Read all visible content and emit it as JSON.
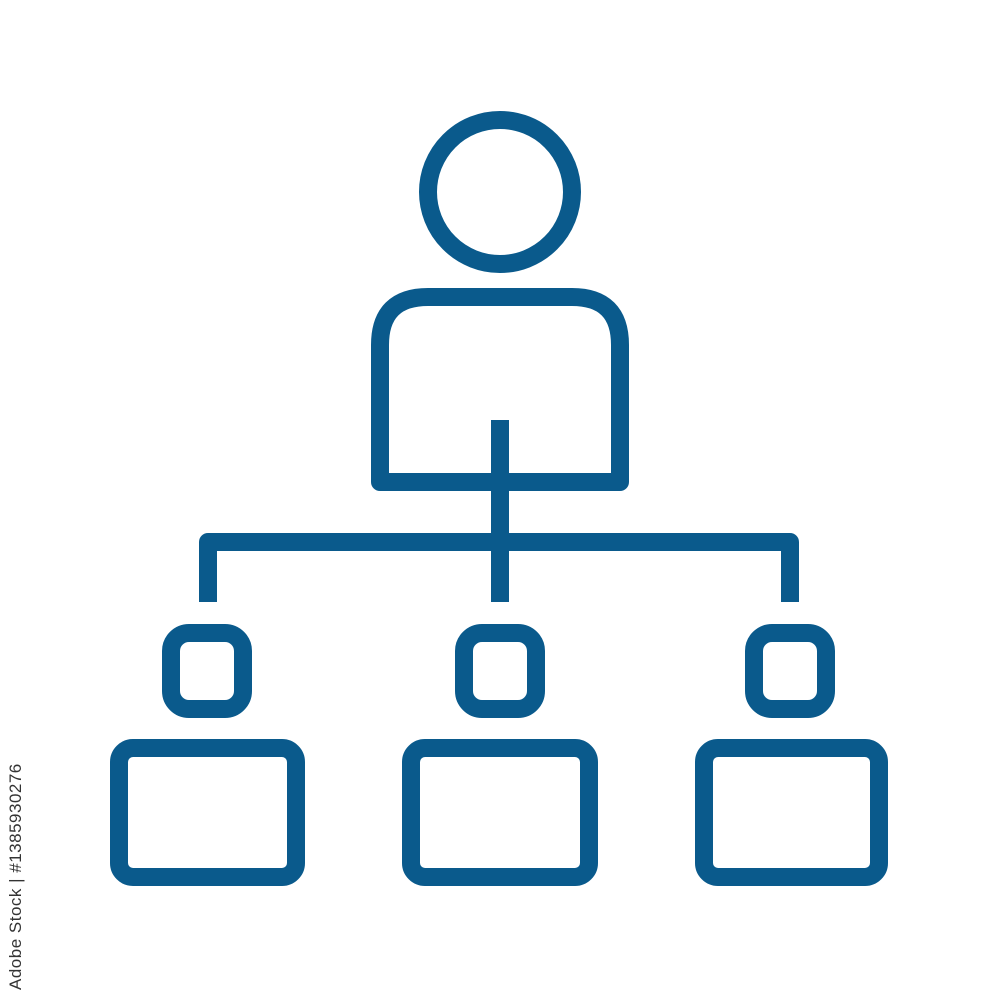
{
  "diagram": {
    "icon": "org-chart-icon",
    "stroke_color": "#0a5a8c",
    "nodes": [
      {
        "id": "manager",
        "icon": "person-icon",
        "role": "parent"
      },
      {
        "id": "member-left",
        "icon": "person-icon",
        "role": "child"
      },
      {
        "id": "member-center",
        "icon": "person-icon",
        "role": "child"
      },
      {
        "id": "member-right",
        "icon": "person-icon",
        "role": "child"
      }
    ],
    "edges": [
      {
        "from": "manager",
        "to": "member-left"
      },
      {
        "from": "manager",
        "to": "member-center"
      },
      {
        "from": "manager",
        "to": "member-right"
      }
    ]
  },
  "watermark": {
    "text": "Adobe Stock | #1385930276"
  }
}
